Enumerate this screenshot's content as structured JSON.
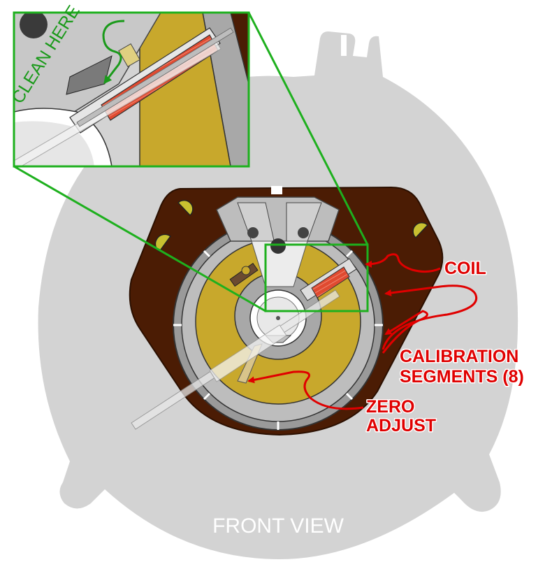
{
  "labels": {
    "coil": "COIL",
    "calibration_line1": "CALIBRATION",
    "calibration_line2": "SEGMENTS (8)",
    "zero_line1": "ZERO",
    "zero_line2": "ADJUST",
    "clean_here": "CLEAN HERE",
    "view_title": "FRONT VIEW"
  },
  "colors": {
    "mounting_plate": "#d3d3d3",
    "bakelite_base": "#4b1c04",
    "calibration_disc": "#c8a82c",
    "metal_ring": "#a8a8a8",
    "coil": "#e04a30",
    "callout_red": "#e00000",
    "zoom_green": "#1eb01e"
  }
}
